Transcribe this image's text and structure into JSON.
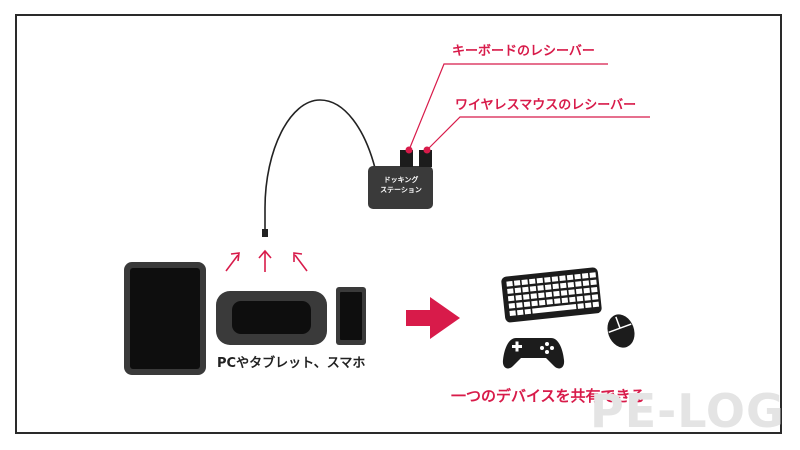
{
  "callouts": {
    "keyboard_receiver": "キーボードのレシーバー",
    "mouse_receiver": "ワイヤレスマウスのレシーバー"
  },
  "dock": {
    "title_line1": "ドッキング",
    "title_line2": "ステーション"
  },
  "devices_caption": "PCやタブレット、スマホ",
  "result_caption": "一つのデバイスを共有できる",
  "watermark": "PE-LOG",
  "colors": {
    "accent": "#d81b4a",
    "device": "#1a1a1a",
    "frame": "#2a2a2a"
  },
  "icons": [
    "tablet-icon",
    "laptop-icon",
    "smartphone-icon",
    "keyboard-icon",
    "mouse-icon",
    "gamepad-icon",
    "arrow-right-icon"
  ]
}
